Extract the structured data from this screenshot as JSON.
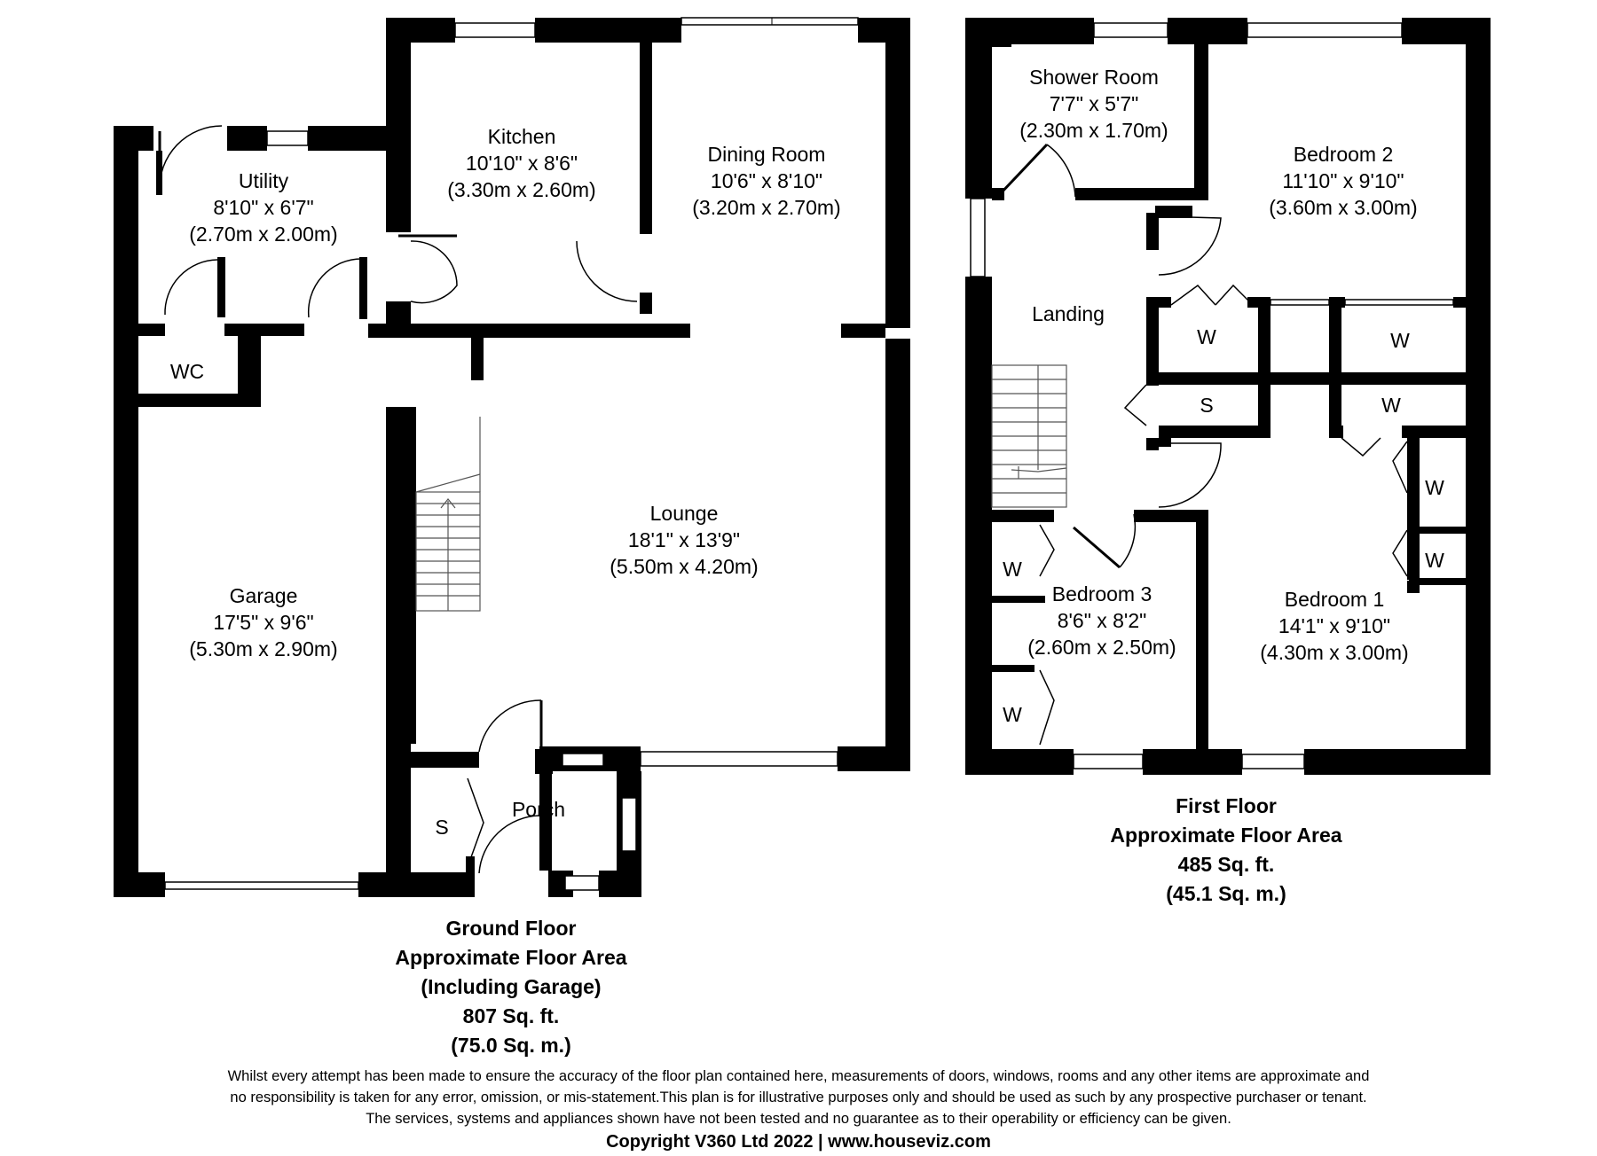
{
  "rooms": {
    "kitchen": {
      "name": "Kitchen",
      "imperial": "10'10\" x 8'6\"",
      "metric": "(3.30m x 2.60m)"
    },
    "dining": {
      "name": "Dining Room",
      "imperial": "10'6\" x 8'10\"",
      "metric": "(3.20m x 2.70m)"
    },
    "utility": {
      "name": "Utility",
      "imperial": "8'10\" x 6'7\"",
      "metric": "(2.70m x 2.00m)"
    },
    "wc": {
      "name": "WC"
    },
    "lounge": {
      "name": "Lounge",
      "imperial": "18'1\" x 13'9\"",
      "metric": "(5.50m x 4.20m)"
    },
    "garage": {
      "name": "Garage",
      "imperial": "17'5\" x 9'6\"",
      "metric": "(5.30m x 2.90m)"
    },
    "porch": {
      "name": "Porch"
    },
    "porch_store": {
      "name": "S"
    },
    "shower": {
      "name": "Shower Room",
      "imperial": "7'7\" x 5'7\"",
      "metric": "(2.30m x 1.70m)"
    },
    "bedroom2": {
      "name": "Bedroom 2",
      "imperial": "11'10\" x 9'10\"",
      "metric": "(3.60m x 3.00m)"
    },
    "landing": {
      "name": "Landing"
    },
    "bedroom3": {
      "name": "Bedroom 3",
      "imperial": "8'6\" x 8'2\"",
      "metric": "(2.60m x 2.50m)"
    },
    "bedroom1": {
      "name": "Bedroom 1",
      "imperial": "14'1\" x 9'10\"",
      "metric": "(4.30m x 3.00m)"
    },
    "landing_store": {
      "name": "S"
    },
    "wardrobe": {
      "name": "W"
    }
  },
  "ground_floor": {
    "title": "Ground Floor",
    "line1": "Approximate Floor Area",
    "line2": "(Including Garage)",
    "sqft": "807 Sq. ft.",
    "sqm": "(75.0 Sq. m.)"
  },
  "first_floor": {
    "title": "First Floor",
    "line1": "Approximate Floor Area",
    "sqft": "485 Sq. ft.",
    "sqm": "(45.1 Sq. m.)"
  },
  "disclaimer": {
    "line1": "Whilst every attempt has been made to ensure the accuracy of the floor plan contained here, measurements of doors, windows, rooms and any other items are approximate and",
    "line2": "no responsibility is taken for any error, omission, or mis-statement.This plan is for illustrative purposes only and should be used as such by any prospective purchaser or tenant.",
    "line3": "The services, systems and appliances shown have not been tested and no guarantee as to their operability or efficiency can be given.",
    "copyright": "Copyright V360 Ltd 2022 | www.houseviz.com"
  },
  "colors": {
    "walls": "#000000",
    "background": "#ffffff"
  }
}
